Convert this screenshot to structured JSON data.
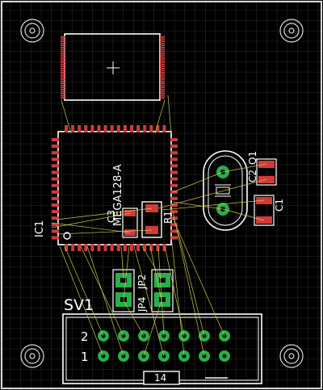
{
  "board": {
    "background_color": "#000000",
    "grid_color": "#3a3a3a",
    "outline_color": "#d8d8d8",
    "silkscreen_color": "#ffffff",
    "pad_smd_color": "#d23a3a",
    "pad_thru_color": "#25b04a",
    "airwire_color": "#c8c84a"
  },
  "labels": {
    "mcu_name": "IC1",
    "mcu_value": "MEGA128-A",
    "c1": "C1",
    "c2": "C2",
    "c3": "C3",
    "q1": "Q1",
    "r1": "R1",
    "jp2": "JP2",
    "jp4": "JP4",
    "connector_name": "SV1",
    "connector_pin_even": "2",
    "connector_pin_odd": "1",
    "connector_pin_count": "14"
  }
}
